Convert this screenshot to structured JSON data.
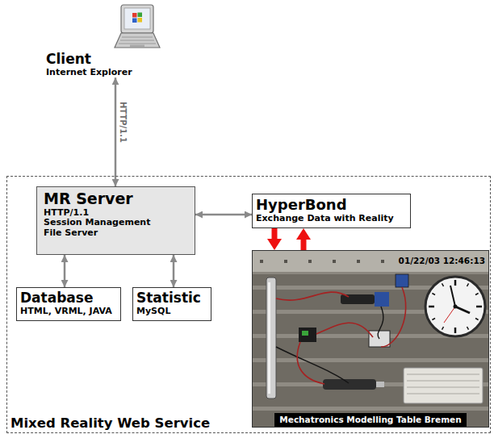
{
  "diagram": {
    "nodes": [
      {
        "text": [
          "Client",
          "Internet Explorer"
        ]
      },
      {
        "text": [
          "Mixed Reality Web Service"
        ]
      },
      {
        "text": [
          "MR Server",
          "HTTP/1.1",
          "Session Management",
          "File Server"
        ],
        "in": 1
      },
      {
        "text": [
          "HyperBond",
          "Exchange Data with Reality"
        ],
        "in": 1
      },
      {
        "text": [
          "Database",
          "HTML, VRML, JAVA"
        ],
        "in": 1
      },
      {
        "text": [
          "Statistic",
          "MySQL"
        ],
        "in": 1
      },
      {
        "text": [
          "01/22/03 12:46:13",
          "Mechatronics Modelling Table Bremen"
        ],
        "in": 1
      }
    ],
    "edges": [
      {
        "from": 0,
        "to": 2,
        "arrow": "both",
        "label": "HTTP/1.1"
      },
      {
        "from": 2,
        "to": 3,
        "arrow": "both"
      },
      {
        "from": 2,
        "to": 4,
        "arrow": "both"
      },
      {
        "from": 2,
        "to": 5,
        "arrow": "both"
      },
      {
        "from": 3,
        "to": 6,
        "arrow": "to"
      },
      {
        "from": 6,
        "to": 3,
        "arrow": "to"
      }
    ]
  }
}
